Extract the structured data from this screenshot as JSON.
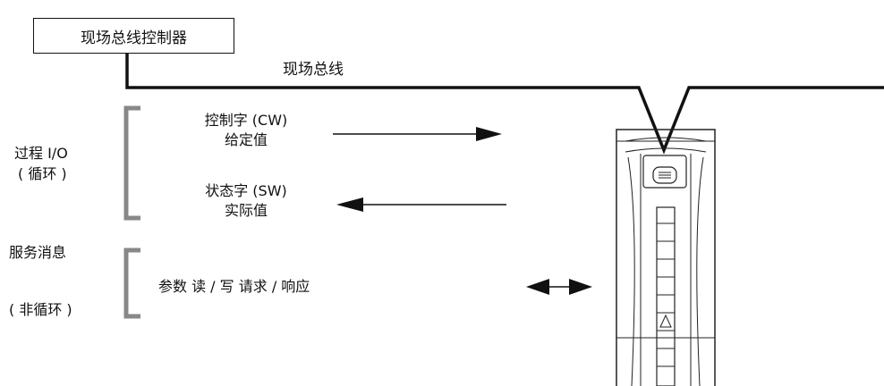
{
  "controller": {
    "label": "现场总线控制器"
  },
  "bus": {
    "label": "现场总线"
  },
  "process_io": {
    "title_line1": "过程 I/O",
    "title_line2": "( 循环 )",
    "control_word": "控制字 (CW)",
    "reference": "给定值",
    "status_word": "状态字 (SW)",
    "actual": "实际值"
  },
  "service": {
    "title_line1": "服务消息",
    "title_line2": "( 非循环 )",
    "request": "参数 读 / 写 请求 / 响应"
  },
  "colors": {
    "line": "#111111",
    "bracket": "#888888",
    "drive_outline": "#222222"
  }
}
